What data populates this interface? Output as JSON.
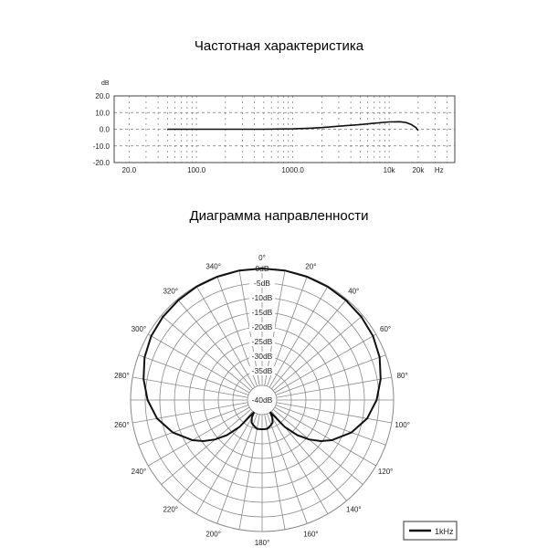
{
  "chart_data": [
    {
      "type": "line",
      "title": "Частотная характеристика",
      "xlabel": "Hz",
      "ylabel": "dB",
      "xscale": "log",
      "xlim": [
        14,
        48000
      ],
      "ylim": [
        -20,
        20
      ],
      "grid": true,
      "x_tick_labels": [
        {
          "v": 20,
          "t": "20.0"
        },
        {
          "v": 100,
          "t": "100.0"
        },
        {
          "v": 1000,
          "t": "1000.0"
        },
        {
          "v": 10000,
          "t": "10k"
        },
        {
          "v": 20000,
          "t": "20k"
        }
      ],
      "y_tick_labels": [
        {
          "v": 20,
          "t": "20.0"
        },
        {
          "v": 10,
          "t": "10.0"
        },
        {
          "v": 0,
          "t": "0.0"
        },
        {
          "v": -10,
          "t": "-10.0"
        },
        {
          "v": -20,
          "t": "-20.0"
        }
      ],
      "series": [
        {
          "name": "response",
          "x": [
            50,
            100,
            200,
            500,
            1000,
            1500,
            2000,
            3000,
            5000,
            7000,
            10000,
            13000,
            15000,
            17000,
            19000,
            20000
          ],
          "y": [
            0,
            0,
            0,
            0,
            0.2,
            0.6,
            1.0,
            1.8,
            2.8,
            3.6,
            4.4,
            4.5,
            4.0,
            2.8,
            1.0,
            -0.8
          ]
        }
      ]
    },
    {
      "type": "polar",
      "title": "Диаграмма направленности",
      "radial_range_db": [
        -40,
        0
      ],
      "radial_tick_labels": [
        "0dB",
        "-5dB",
        "-10dB",
        "-15dB",
        "-20dB",
        "-25dB",
        "-30dB",
        "-35dB",
        "-40dB"
      ],
      "angle_tick_labels": [
        "0°",
        "20°",
        "40°",
        "60°",
        "80°",
        "100°",
        "120°",
        "140°",
        "160°",
        "180°",
        "200°",
        "220°",
        "240°",
        "260°",
        "280°",
        "300°",
        "320°",
        "340°"
      ],
      "legend": {
        "position": "bottom-right",
        "entries": [
          "1kHz"
        ]
      },
      "series": [
        {
          "name": "1kHz",
          "angle_deg": [
            0,
            10,
            20,
            30,
            40,
            50,
            60,
            70,
            80,
            90,
            100,
            110,
            120,
            125,
            130,
            135,
            140,
            143,
            146,
            150,
            155,
            160,
            165,
            170,
            175,
            180
          ],
          "db": [
            0,
            0,
            -0.1,
            -0.2,
            -0.4,
            -0.7,
            -1.2,
            -2.2,
            -3.8,
            -5.8,
            -8.5,
            -12.5,
            -17.5,
            -20.5,
            -24,
            -28,
            -33,
            -38,
            -40,
            -38,
            -36.5,
            -36,
            -35.5,
            -35,
            -35,
            -35
          ]
        }
      ]
    }
  ]
}
